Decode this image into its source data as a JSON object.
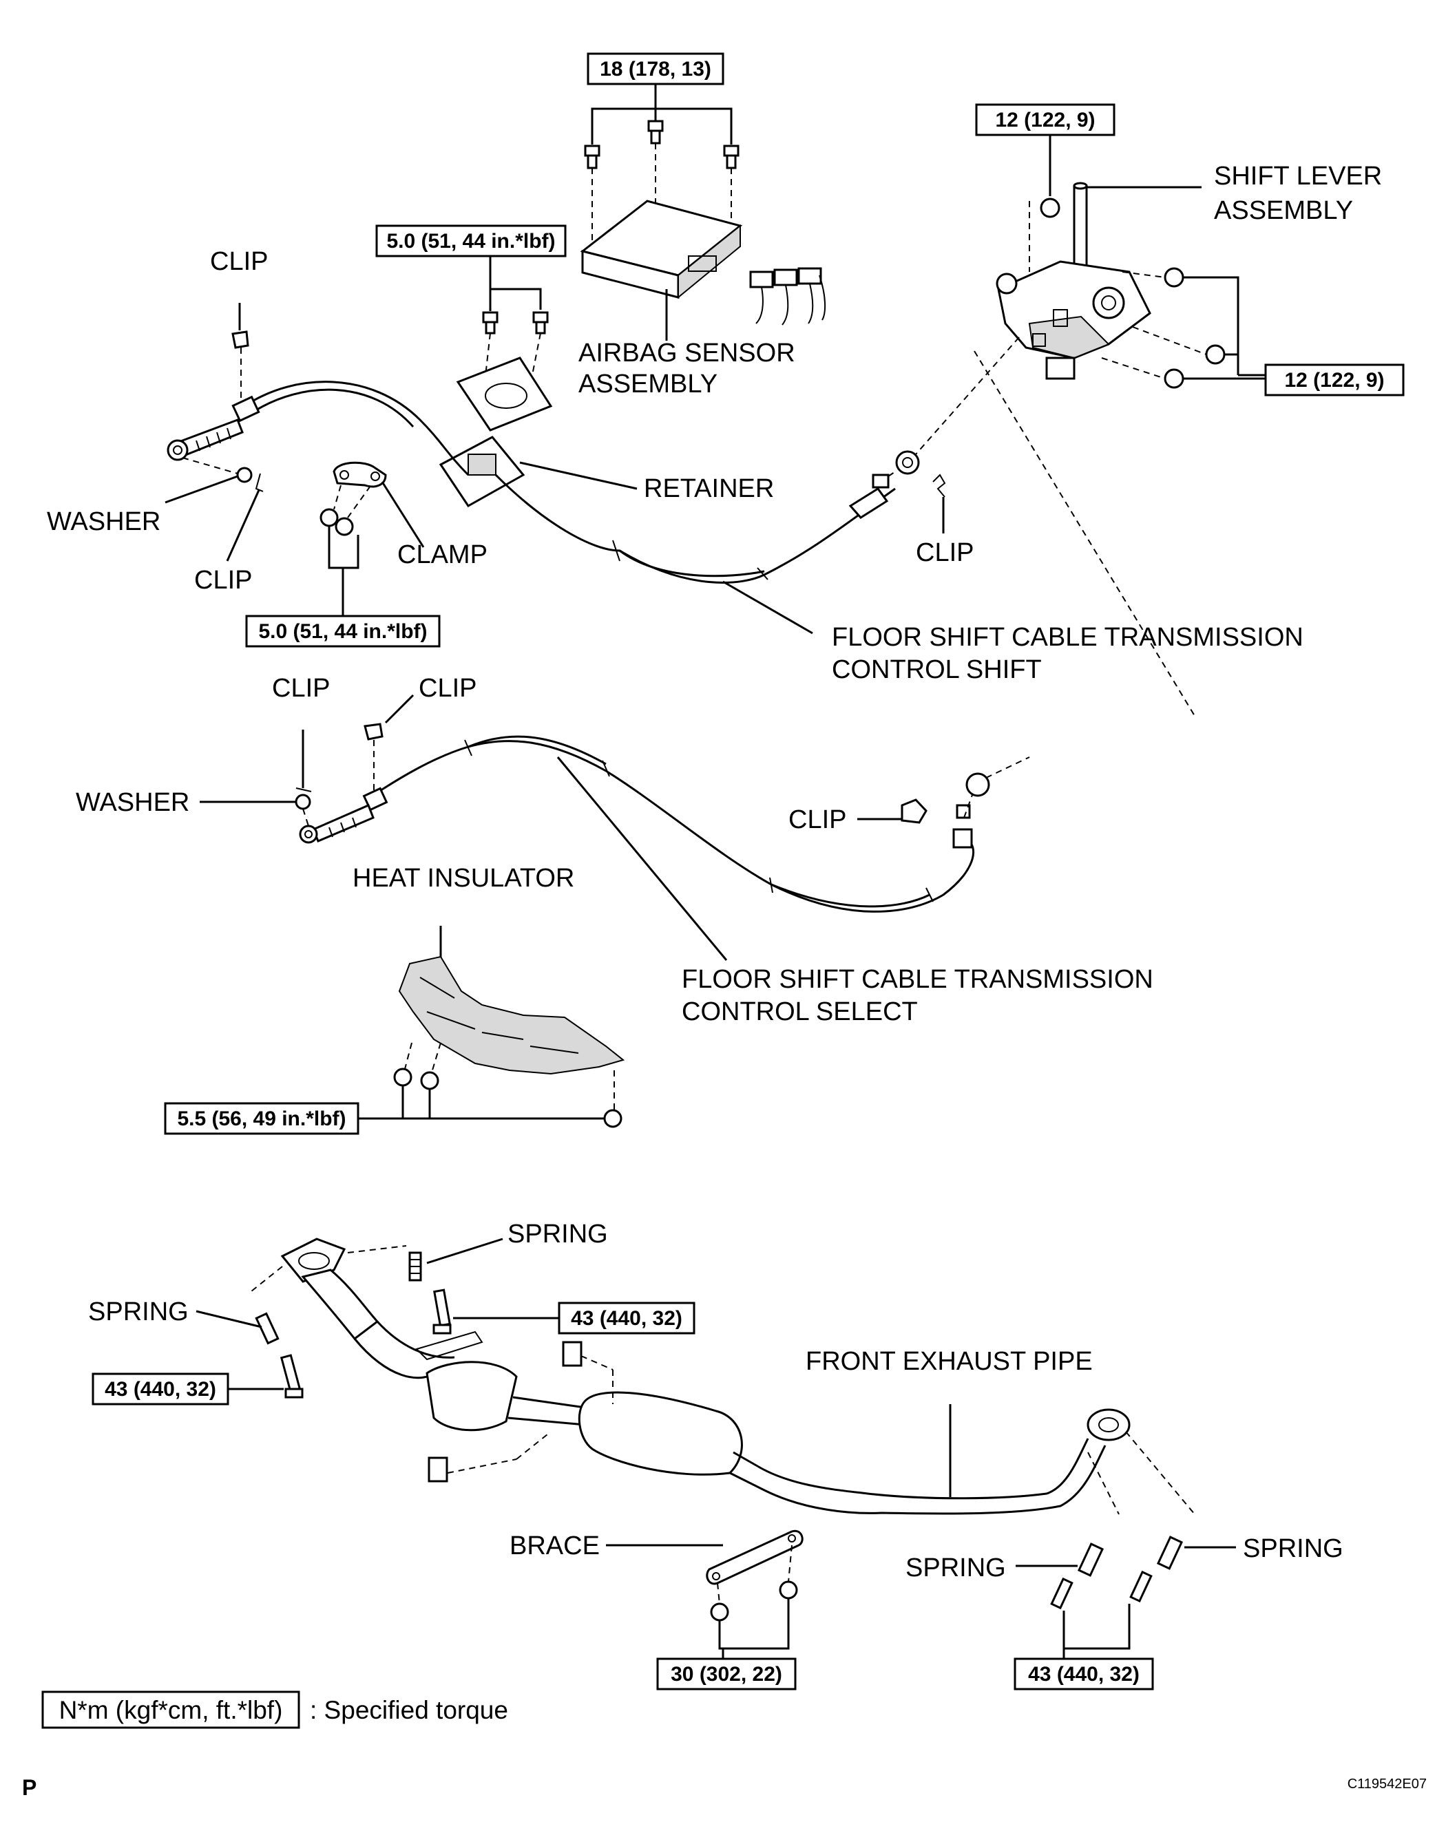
{
  "labels": {
    "shift_lever_1": "SHIFT LEVER",
    "shift_lever_2": "ASSEMBLY",
    "airbag_1": "AIRBAG SENSOR",
    "airbag_2": "ASSEMBLY",
    "clip_top": "CLIP",
    "retainer": "RETAINER",
    "washer_top": "WASHER",
    "clip_mid_left": "CLIP",
    "clamp": "CLAMP",
    "clip_right_top": "CLIP",
    "shift_cable_1": "FLOOR SHIFT CABLE TRANSMISSION",
    "shift_cable_2": "CONTROL SHIFT",
    "clip_sel_1": "CLIP",
    "clip_sel_2": "CLIP",
    "washer_sel": "WASHER",
    "clip_sel_right": "CLIP",
    "heat_insulator": "HEAT INSULATOR",
    "select_cable_1": "FLOOR SHIFT CABLE TRANSMISSION",
    "select_cable_2": "CONTROL SELECT",
    "spring_top": "SPRING",
    "spring_left": "SPRING",
    "front_exhaust": "FRONT EXHAUST PIPE",
    "brace": "BRACE",
    "spring_br1": "SPRING",
    "spring_br2": "SPRING"
  },
  "torques": {
    "t_airbag": "18 (178, 13)",
    "t_lever_top": "12 (122, 9)",
    "t_lever_right": "12 (122, 9)",
    "t_retainer": "5.0 (51, 44 in.*lbf)",
    "t_clamp": "5.0 (51, 44 in.*lbf)",
    "t_insulator": "5.5 (56, 49 in.*lbf)",
    "t_spring_top": "43 (440, 32)",
    "t_spring_left": "43 (440, 32)",
    "t_brace": "30 (302, 22)",
    "t_exhaust_rear": "43 (440, 32)"
  },
  "legend": {
    "unit": "N*m (kgf*cm, ft.*lbf)",
    "desc": ": Specified torque"
  },
  "footer": {
    "page_letter": "P",
    "figure_code": "C119542E07"
  }
}
